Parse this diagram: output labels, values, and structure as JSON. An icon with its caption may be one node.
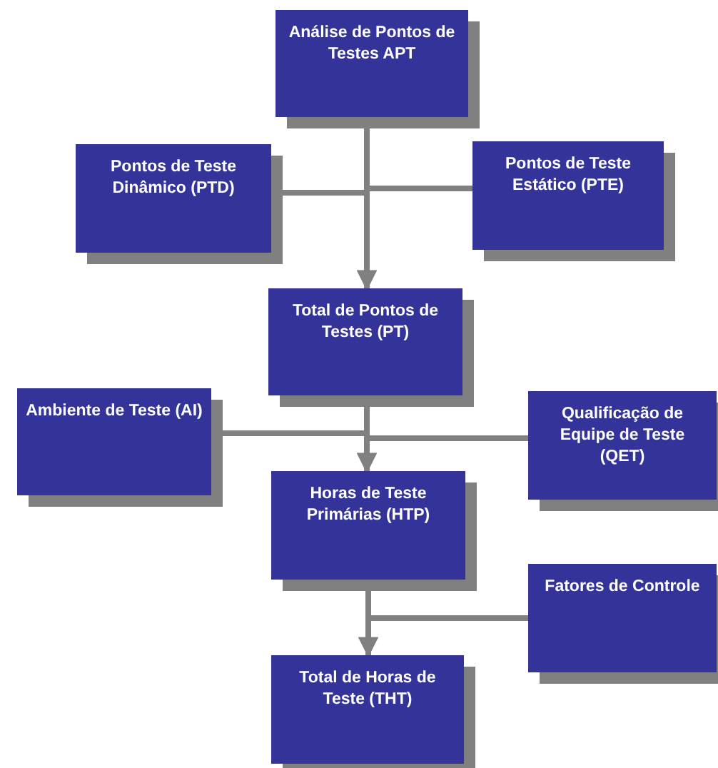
{
  "diagram": {
    "nodes": [
      {
        "text": [
          "Análise de Pontos de Testes APT"
        ]
      },
      {
        "text": [
          "Pontos de Teste Dinâmico (PTD)"
        ]
      },
      {
        "text": [
          "Pontos de Teste Estático (PTE)"
        ]
      },
      {
        "text": [
          "Total de Pontos de Testes (PT)"
        ]
      },
      {
        "text": [
          "Ambiente de Teste (AI)"
        ]
      },
      {
        "text": [
          "Qualificação de Equipe de Teste (QET)"
        ]
      },
      {
        "text": [
          "Horas de Teste Primárias (HTP)"
        ]
      },
      {
        "text": [
          "Fatores de Controle"
        ]
      },
      {
        "text": [
          "Total de Horas de Teste (THT)"
        ]
      }
    ],
    "edges": [
      {
        "from": 0,
        "to": 3,
        "arrow": "to"
      },
      {
        "from": 1,
        "to": 3,
        "arrow": "to"
      },
      {
        "from": 2,
        "to": 3,
        "arrow": "to"
      },
      {
        "from": 3,
        "to": 6,
        "arrow": "to"
      },
      {
        "from": 4,
        "to": 6,
        "arrow": "to"
      },
      {
        "from": 5,
        "to": 6,
        "arrow": "to"
      },
      {
        "from": 6,
        "to": 8,
        "arrow": "to"
      },
      {
        "from": 7,
        "to": 8,
        "arrow": "to"
      }
    ]
  }
}
